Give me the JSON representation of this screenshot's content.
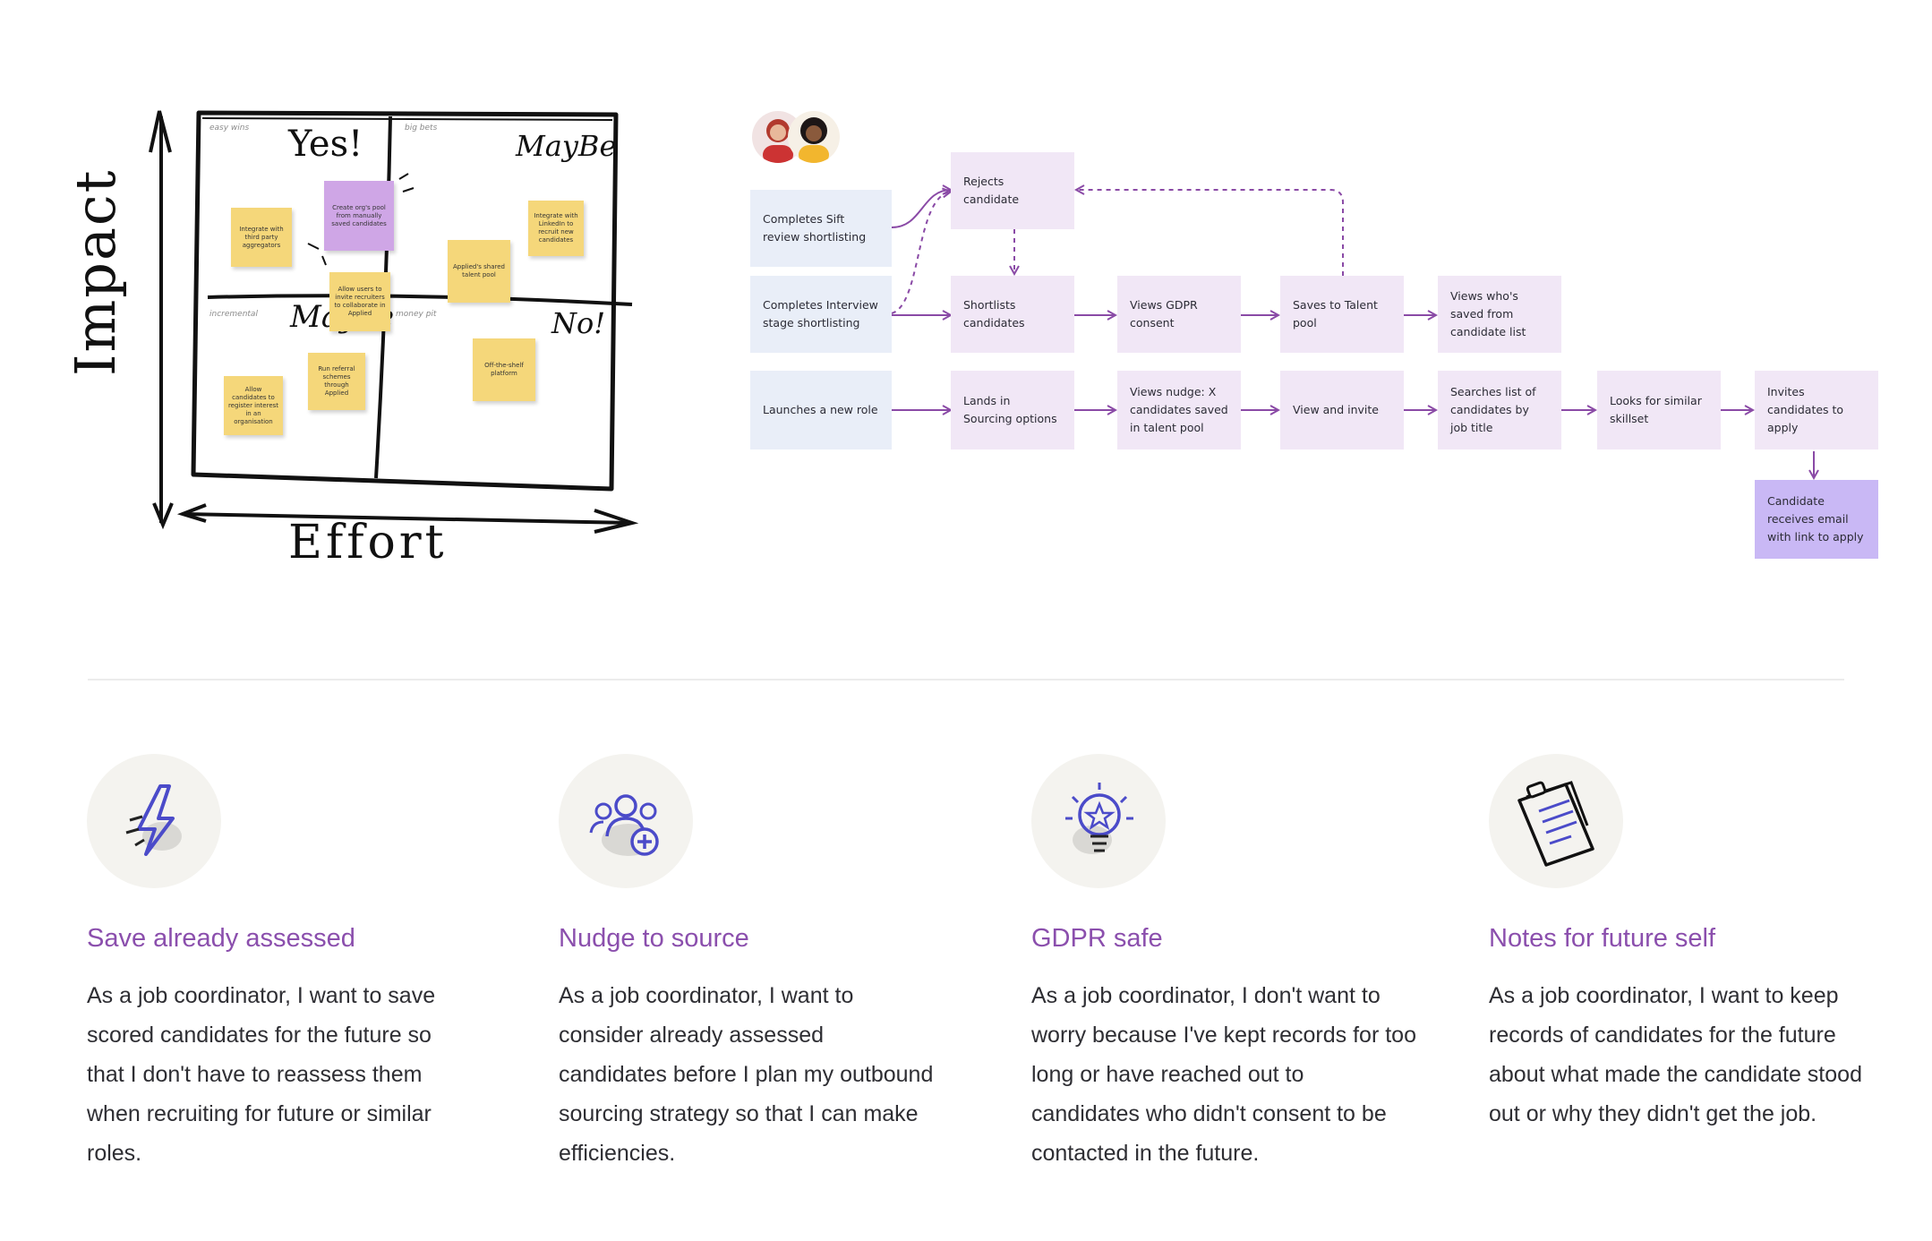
{
  "matrix": {
    "y_axis_label": "Impact",
    "x_axis_label": "Effort",
    "quadrant_labels": {
      "top_left": "easy wins",
      "top_right": "big bets",
      "bottom_left": "incremental",
      "bottom_right": "money pit"
    },
    "handwritten": {
      "top_left": "Yes!",
      "top_right": "MayBe",
      "bottom_left": "Maybe",
      "bottom_right": "No!"
    },
    "stickies": [
      "Integrate with third party aggregators",
      "Create org's pool from manually saved candidates",
      "Allow users to invite recruiters to collaborate in Applied",
      "Applied's shared talent pool",
      "Integrate with LinkedIn to recruit new candidates",
      "Allow candidates to register interest in an organisation",
      "Run referral schemes through Applied",
      "Off-the-shelf platform"
    ]
  },
  "flow": {
    "rejects": "Rejects candidate",
    "sift": "Completes Sift review shortlisting",
    "interview": "Completes Interview stage shortlisting",
    "shortlists": "Shortlists candidates",
    "gdpr": "Views GDPR consent",
    "saves": "Saves to Talent pool",
    "whos": "Views who's saved from candidate list",
    "launch": "Launches a new role",
    "lands": "Lands in Sourcing options",
    "nudge": "Views nudge: X candidates saved in talent pool",
    "view_invite": "View and invite",
    "searches": "Searches list of candidates by job title",
    "similar": "Looks for similar skillset",
    "invites": "Invites candidates to apply",
    "email": "Candidate receives email with link to apply"
  },
  "colors": {
    "accent": "#8b4fad",
    "arrow": "#8a4aa6",
    "blue_box": "#e9eef8",
    "lilac_box": "#f1e7f6",
    "violet_box": "#c9b8f5",
    "sticky": "#f5d77a"
  },
  "features": [
    {
      "icon": "lightning-icon",
      "title": "Save already assessed",
      "desc": "As a job coordinator, I want to save scored candidates for the future so that I don't have to reassess them when recruiting for future or similar roles."
    },
    {
      "icon": "users-add-icon",
      "title": "Nudge to source",
      "desc": "As a job coordinator, I want to consider already assessed candidates before I plan my outbound sourcing strategy so that I can make efficiencies."
    },
    {
      "icon": "lightbulb-icon",
      "title": "GDPR safe",
      "desc": "As a job coordinator, I don't want to worry because I've kept records for too long or have reached out to candidates who didn't consent to be contacted in the future."
    },
    {
      "icon": "notes-icon",
      "title": "Notes for future self",
      "desc": "As a job coordinator, I want to keep records of candidates for the future about what made the candidate stood out or why they didn't get the job."
    }
  ]
}
